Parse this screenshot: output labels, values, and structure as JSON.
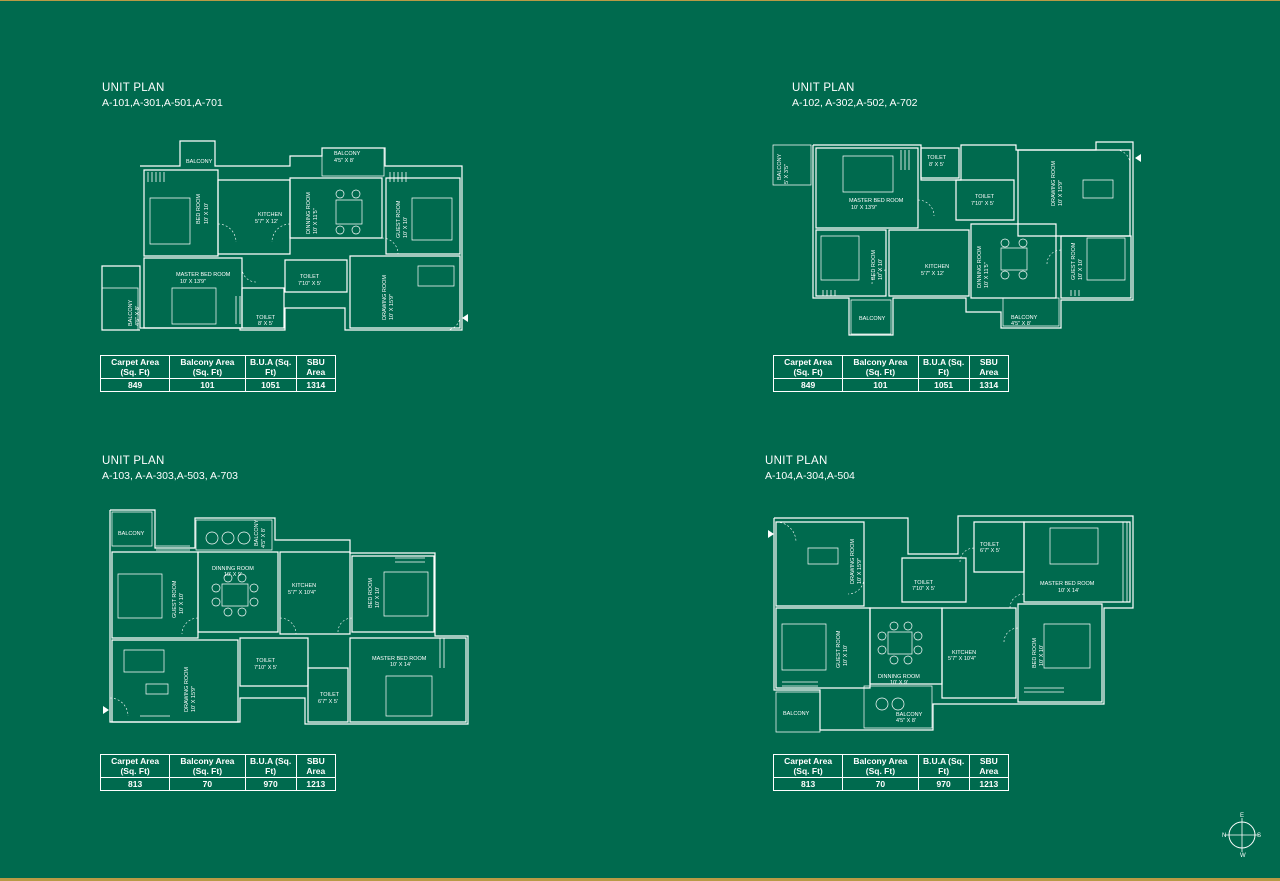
{
  "plans": [
    {
      "heading": "UNIT PLAN",
      "units": "A-101,A-301,A-501,A-701",
      "rooms": {
        "balcony1": "BALCONY",
        "balcony2": "BALCONY",
        "balcony2_dim": "4'5\" X 8'",
        "balcony3": "BALCONY",
        "balcony3_dim": "4'5\" X 8'",
        "bedroom": "BED ROOM",
        "bedroom_dim": "10' X 10'",
        "kitchen": "KITCHEN",
        "kitchen_dim": "5'7\" X 12'",
        "dining": "DINNING ROOM",
        "dining_dim": "10' X 11'5\"",
        "guest": "GUEST ROOM",
        "guest_dim": "10' X 10'",
        "master": "MASTER BED ROOM",
        "master_dim": "10' X 13'9\"",
        "toilet1": "TOILET",
        "toilet1_dim": "7'10\" X 5'",
        "toilet2": "TOILET",
        "toilet2_dim": "8' X 5'",
        "drawing": "DRAWING ROOM",
        "drawing_dim": "10' X 15'9\""
      },
      "table": {
        "headers": [
          "Carpet Area (Sq. Ft)",
          "Balcony Area (Sq. Ft)",
          "B.U.A (Sq. Ft)",
          "SBU Area"
        ],
        "values": [
          "849",
          "101",
          "1051",
          "1314"
        ]
      }
    },
    {
      "heading": "UNIT PLAN",
      "units": "A-102, A-302,A-502, A-702",
      "rooms": {
        "balcony1": "BALCONY",
        "balcony1_dim": "5' X 3'5\"",
        "master": "MASTER BED ROOM",
        "master_dim": "10' X 13'9\"",
        "toilet1": "TOILET",
        "toilet1_dim": "8' X 5'",
        "toilet2": "TOILET",
        "toilet2_dim": "7'10\" X 5'",
        "drawing": "DRAWING ROOM",
        "drawing_dim": "10' X 15'9\"",
        "bedroom": "BED ROOM",
        "bedroom_dim": "10' X 10'",
        "kitchen": "KITCHEN",
        "kitchen_dim": "5'7\" X 12'",
        "dining": "DINNING ROOM",
        "dining_dim": "10' X 11'5\"",
        "guest": "GUEST ROOM",
        "guest_dim": "10' X 10'",
        "balcony2": "BALCONY",
        "balcony3": "BALCONY",
        "balcony3_dim": "4'5\" X 8'"
      },
      "table": {
        "headers": [
          "Carpet Area (Sq. Ft)",
          "Balcony Area (Sq. Ft)",
          "B.U.A (Sq. Ft)",
          "SBU Area"
        ],
        "values": [
          "849",
          "101",
          "1051",
          "1314"
        ]
      }
    },
    {
      "heading": "UNIT PLAN",
      "units": "A-103, A-A-303,A-503, A-703",
      "rooms": {
        "balcony1": "BALCONY",
        "balcony2": "BALCONY",
        "balcony2_dim": "4'5\" X 8'",
        "dining": "DINNING ROOM",
        "dining_dim": "10' X 9'",
        "kitchen": "KITCHEN",
        "kitchen_dim": "5'7\" X 10'4\"",
        "guest": "GUEST ROOM",
        "guest_dim": "10' X 10'",
        "bedroom": "BED ROOM",
        "bedroom_dim": "10' X 10'",
        "master": "MASTER BED ROOM",
        "master_dim": "10' X 14'",
        "toilet1": "TOILET",
        "toilet1_dim": "7'10\" X 5'",
        "toilet2": "TOILET",
        "toilet2_dim": "6'7\" X 5'",
        "drawing": "DRAWING ROOM",
        "drawing_dim": "10' X 15'9\""
      },
      "table": {
        "headers": [
          "Carpet Area (Sq. Ft)",
          "Balcony Area (Sq. Ft)",
          "B.U.A (Sq. Ft)",
          "SBU Area"
        ],
        "values": [
          "813",
          "70",
          "970",
          "1213"
        ]
      }
    },
    {
      "heading": "UNIT PLAN",
      "units": "A-104,A-304,A-504",
      "rooms": {
        "drawing": "DRAWING ROOM",
        "drawing_dim": "10' X 15'9\"",
        "toilet1": "TOILET",
        "toilet1_dim": "7'10\" X 5'",
        "toilet2": "TOILET",
        "toilet2_dim": "6'7\" X 5'",
        "master": "MASTER BED ROOM",
        "master_dim": "10' X 14'",
        "guest": "GUEST ROOM",
        "guest_dim": "10' X 10'",
        "kitchen": "KITCHEN",
        "kitchen_dim": "5'7\" X 10'4\"",
        "bedroom": "BED ROOM",
        "bedroom_dim": "10' X 10'",
        "dining": "DINNING ROOM",
        "dining_dim": "10' X 9'",
        "balcony1": "BALCONY",
        "balcony2": "BALCONY",
        "balcony2_dim": "4'5\" X 8'"
      },
      "table": {
        "headers": [
          "Carpet Area (Sq. Ft)",
          "Balcony Area (Sq. Ft)",
          "B.U.A (Sq. Ft)",
          "SBU Area"
        ],
        "values": [
          "813",
          "70",
          "970",
          "1213"
        ]
      }
    }
  ],
  "compass": {
    "n": "N",
    "s": "S",
    "e": "E",
    "w": "W"
  },
  "colors": {
    "background": "#006a4e",
    "lines": "#ffffff",
    "border": "#b99a45"
  }
}
